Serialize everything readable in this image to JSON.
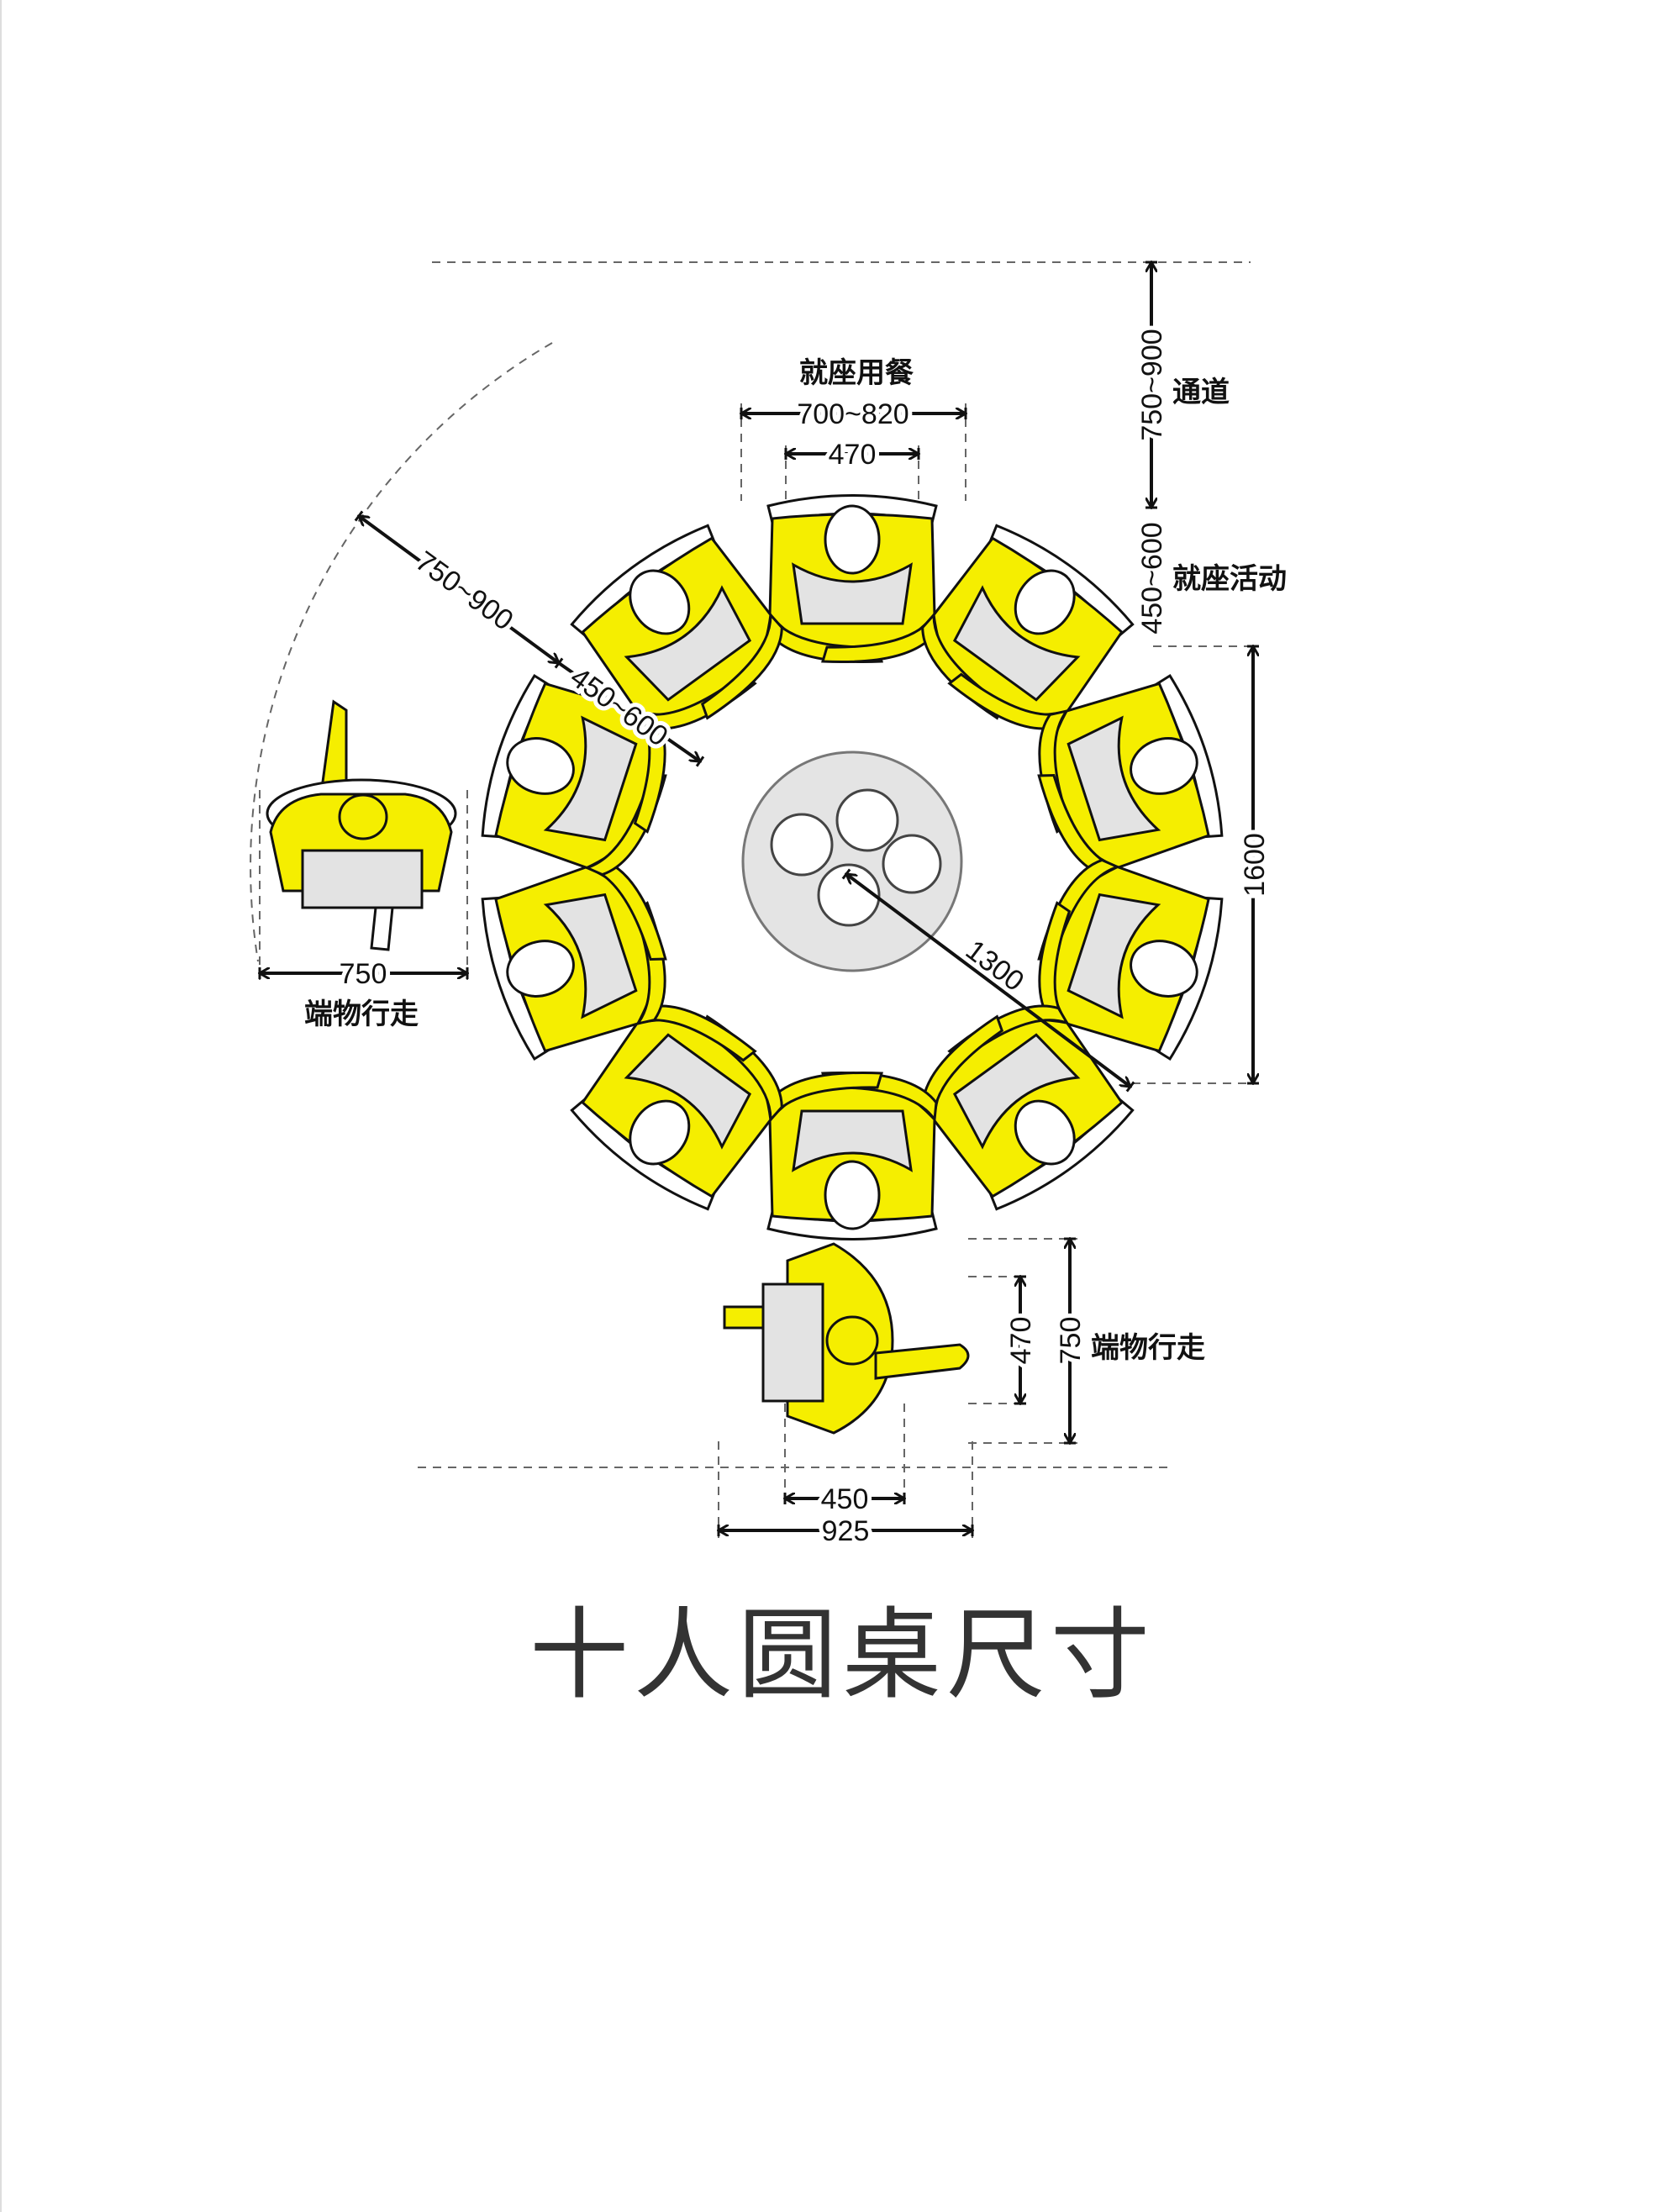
{
  "title": "十人圆桌尺寸",
  "labels": {
    "seated_dining": "就座用餐",
    "seat_width_range": "700~820",
    "seat_person_width": "470",
    "aisle": "通道",
    "aisle_range": "750~900",
    "seated_activity": "就座活动",
    "seated_activity_range": "450~600",
    "table_diameter": "1600",
    "radius_to_chair": "1300",
    "diag_aisle_range": "750~900",
    "diag_activity_range": "450~600",
    "left_walk_width": "750",
    "left_walk_label": "端物行走",
    "bottom_walk_depth": "750",
    "bottom_body_depth": "470",
    "bottom_walk_label": "端物行走",
    "bottom_body_width": "450",
    "bottom_total_width": "925"
  },
  "seat_count": 10,
  "colors": {
    "person": "#f5ee00",
    "seat": "#e3e3e3",
    "lazy_susan": "#e4e4e4"
  }
}
